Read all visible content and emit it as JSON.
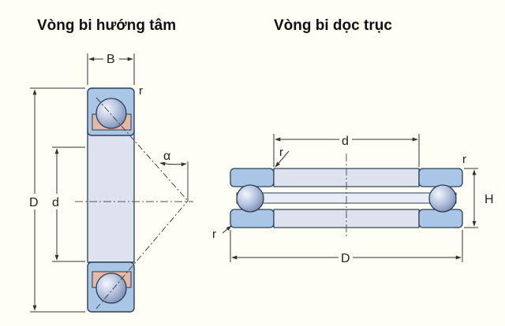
{
  "titles": {
    "radial": "Vòng bi hướng tâm",
    "thrust": "Vòng bi dọc trục"
  },
  "radial_labels": {
    "width": "B",
    "outer_diameter": "D",
    "bore": "d",
    "radius": "r",
    "angle": "α"
  },
  "thrust_labels": {
    "bore": "d",
    "outer_diameter": "D",
    "height": "H",
    "radius_top_left": "r",
    "radius_top_right": "r",
    "radius_bottom_left": "r"
  },
  "colors": {
    "ring_fill": "#a9c6e6",
    "ring_stroke": "#2c3e55",
    "race_fill": "#dde2ee",
    "cage_fill": "#e3b8a6",
    "ball_fill": "#aab9d8",
    "line": "#333333"
  }
}
